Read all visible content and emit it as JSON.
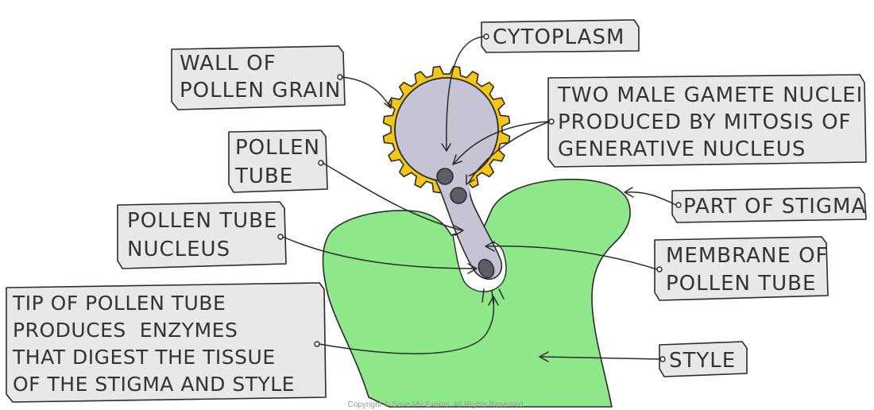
{
  "colors": {
    "stigma_fill": "#8ee88a",
    "pollen_grain_fill": "#c4c4d4",
    "pollen_wall_fill": "#f5c518",
    "nucleus_fill": "#5e5e68",
    "label_box_fill": "#e8e8e8",
    "outline": "#2b2b2b"
  },
  "labels": {
    "wall_of_pollen_grain": [
      "WALL OF",
      "POLLEN GRAIN"
    ],
    "cytoplasm": [
      "CYTOPLASM"
    ],
    "two_male_gamete_nuclei": [
      "TWO MALE GAMETE NUCLEI",
      "PRODUCED BY MITOSIS OF",
      "GENERATIVE NUCLEUS"
    ],
    "pollen_tube": [
      "POLLEN",
      "TUBE"
    ],
    "part_of_stigma": [
      "PART OF STIGMA"
    ],
    "pollen_tube_nucleus": [
      "POLLEN TUBE",
      "NUCLEUS"
    ],
    "membrane_of_pollen_tube": [
      "MEMBRANE OF",
      "POLLEN TUBE"
    ],
    "tip_of_pollen_tube": [
      "TIP OF POLLEN TUBE",
      "PRODUCES  ENZYMES",
      "THAT DIGEST THE TISSUE",
      "OF THE STIGMA AND STYLE"
    ],
    "style": [
      "STYLE"
    ]
  },
  "copyright": "Copyright © Save My Exams. All Rights Reserved"
}
